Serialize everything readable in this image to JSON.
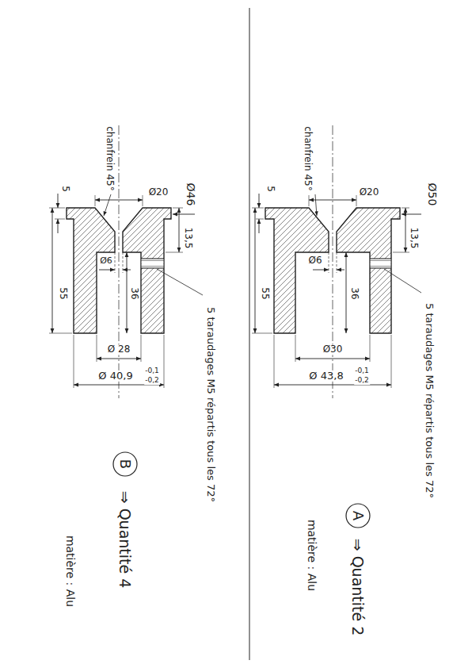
{
  "diagram": {
    "labels": [
      "chanfrein 45°",
      "Ø20",
      "Ø50",
      "5",
      "13,5",
      "55",
      "Ø6",
      "36",
      "Ø30",
      "Ø 43,8",
      "-0,1",
      "-0,2",
      "5 taraudages M5 répartis tous les 72°",
      "A",
      "⇒ Quantité 2",
      "matière : Alu",
      "chanfrein 45°",
      "Ø20",
      "Ø46",
      "5",
      "13,5",
      "55",
      "Ø6",
      "36",
      "Ø 28",
      "Ø 40,9",
      "-0,1",
      "-0,2",
      "5 taraudages M5 répartis tous les 72°",
      "B",
      "⇒ Quantité 4",
      "matière : Alu"
    ]
  }
}
